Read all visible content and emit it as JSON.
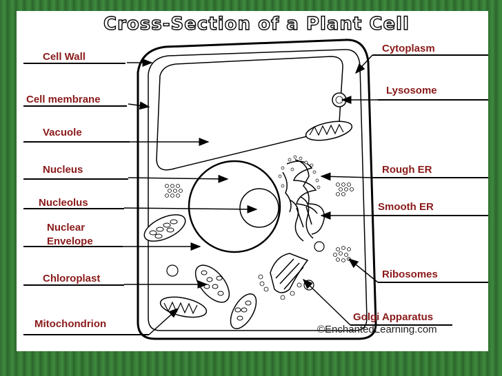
{
  "title": "Cross-Section of a Plant Cell",
  "credit": "©EnchantedLearning.com",
  "labels": {
    "cell_wall": "Cell Wall",
    "cell_membrane": "Cell membrane",
    "vacuole": "Vacuole",
    "nucleus": "Nucleus",
    "nucleolus": "Nucleolus",
    "nuclear_envelope_1": "Nuclear",
    "nuclear_envelope_2": "Envelope",
    "chloroplast": "Chloroplast",
    "mitochondrion": "Mitochondrion",
    "cytoplasm": "Cytoplasm",
    "lysosome": "Lysosome",
    "rough_er": "Rough ER",
    "smooth_er": "Smooth ER",
    "ribosomes": "Ribosomes",
    "golgi": "Golgi Apparatus"
  },
  "colors": {
    "label": "#8a1a1a",
    "background": "#2e6b2e"
  }
}
